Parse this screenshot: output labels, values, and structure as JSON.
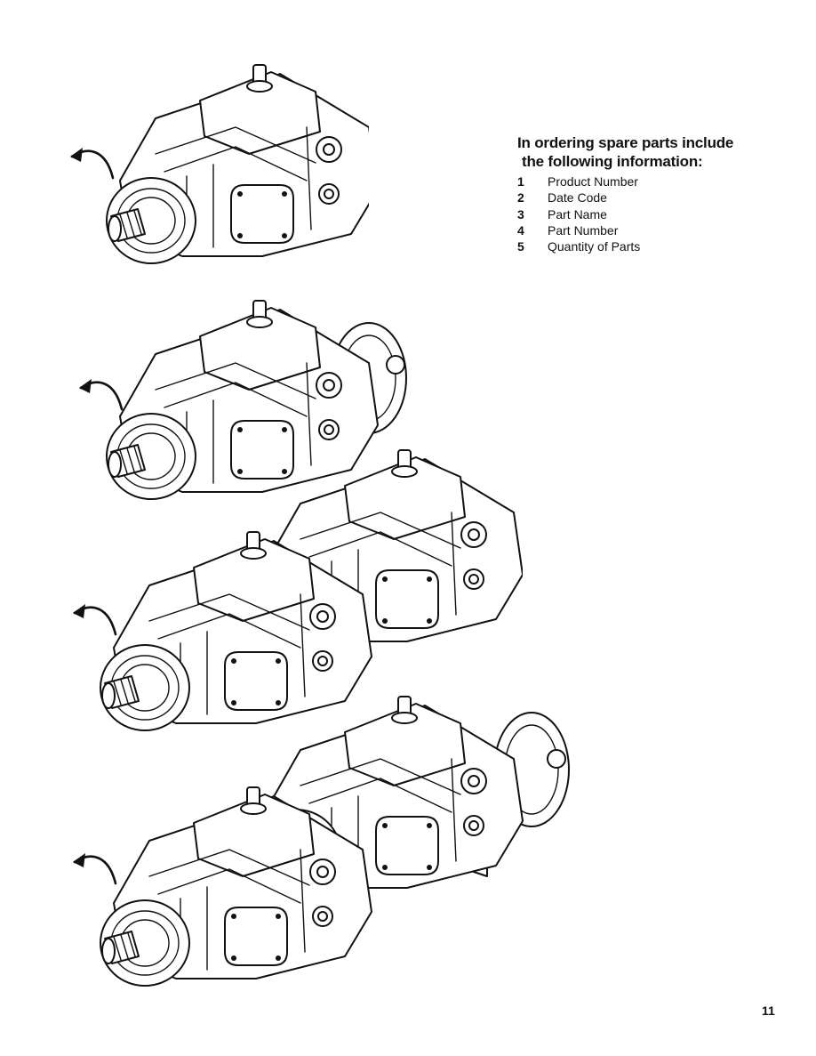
{
  "info": {
    "heading_line1": "In ordering spare parts include",
    "heading_line2": "the following information:",
    "items": [
      {
        "num": "1",
        "label": "Product Number"
      },
      {
        "num": "2",
        "label": "Date Code"
      },
      {
        "num": "3",
        "label": "Part Name"
      },
      {
        "num": "4",
        "label": "Part Number"
      },
      {
        "num": "5",
        "label": "Quantity of Parts"
      }
    ]
  },
  "page_number": "11"
}
